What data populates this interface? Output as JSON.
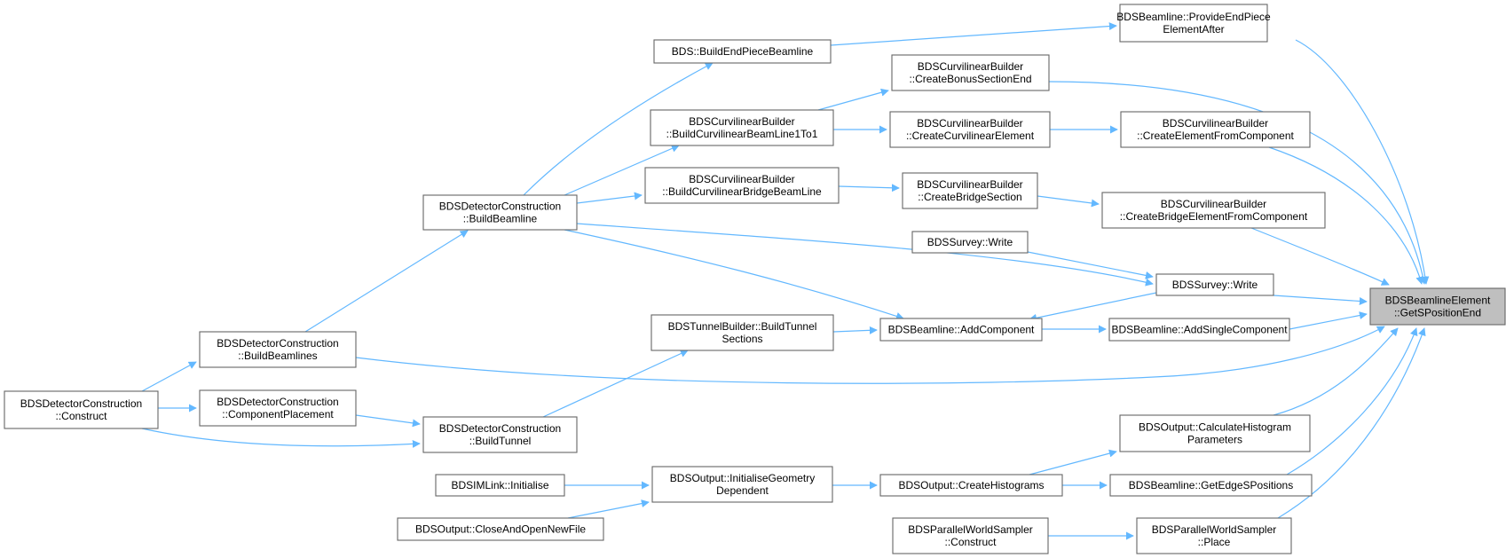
{
  "graph": {
    "edge_color": "#63b8ff",
    "node_border_color": "#666666",
    "root_fill_color": "#bfbfbf",
    "nodes": {
      "root": [
        "BDSBeamlineElement",
        "::GetSPositionEnd"
      ],
      "provide_end": [
        "BDSBeamline::ProvideEndPiece",
        "ElementAfter"
      ],
      "build_end": [
        "BDS::BuildEndPieceBeamline"
      ],
      "bonus_end": [
        "BDSCurvilinearBuilder",
        "::CreateBonusSectionEnd"
      ],
      "build_curv": [
        "BDSCurvilinearBuilder",
        "::BuildCurvilinearBeamLine1To1"
      ],
      "create_curv_el": [
        "BDSCurvilinearBuilder",
        "::CreateCurvilinearElement"
      ],
      "create_el_comp": [
        "BDSCurvilinearBuilder",
        "::CreateElementFromComponent"
      ],
      "build_bridge": [
        "BDSCurvilinearBuilder",
        "::BuildCurvilinearBridgeBeamLine"
      ],
      "create_bridge_sec": [
        "BDSCurvilinearBuilder",
        "::CreateBridgeSection"
      ],
      "create_bridge_el": [
        "BDSCurvilinearBuilder",
        "::CreateBridgeElementFromComponent"
      ],
      "det_build_beamline": [
        "BDSDetectorConstruction",
        "::BuildBeamline"
      ],
      "survey_write_a": [
        "BDSSurvey::Write"
      ],
      "survey_write_b": [
        "BDSSurvey::Write"
      ],
      "tunnel_builder": [
        "BDSTunnelBuilder::BuildTunnel",
        "Sections"
      ],
      "add_component": [
        "BDSBeamline::AddComponent"
      ],
      "add_single": [
        "BDSBeamline::AddSingleComponent"
      ],
      "det_build_beamlines": [
        "BDSDetectorConstruction",
        "::BuildBeamlines"
      ],
      "det_construct": [
        "BDSDetectorConstruction",
        "::Construct"
      ],
      "det_comp_place": [
        "BDSDetectorConstruction",
        "::ComponentPlacement"
      ],
      "det_build_tunnel": [
        "BDSDetectorConstruction",
        "::BuildTunnel"
      ],
      "calc_hist": [
        "BDSOutput::CalculateHistogram",
        "Parameters"
      ],
      "simlink_init": [
        "BDSIMLink::Initialise"
      ],
      "init_geom": [
        "BDSOutput::InitialiseGeometry",
        "Dependent"
      ],
      "create_hist": [
        "BDSOutput::CreateHistograms"
      ],
      "edge_spos": [
        "BDSBeamline::GetEdgeSPositions"
      ],
      "close_open": [
        "BDSOutput::CloseAndOpenNewFile"
      ],
      "pws_construct": [
        "BDSParallelWorldSampler",
        "::Construct"
      ],
      "pws_place": [
        "BDSParallelWorldSampler",
        "::Place"
      ]
    }
  }
}
